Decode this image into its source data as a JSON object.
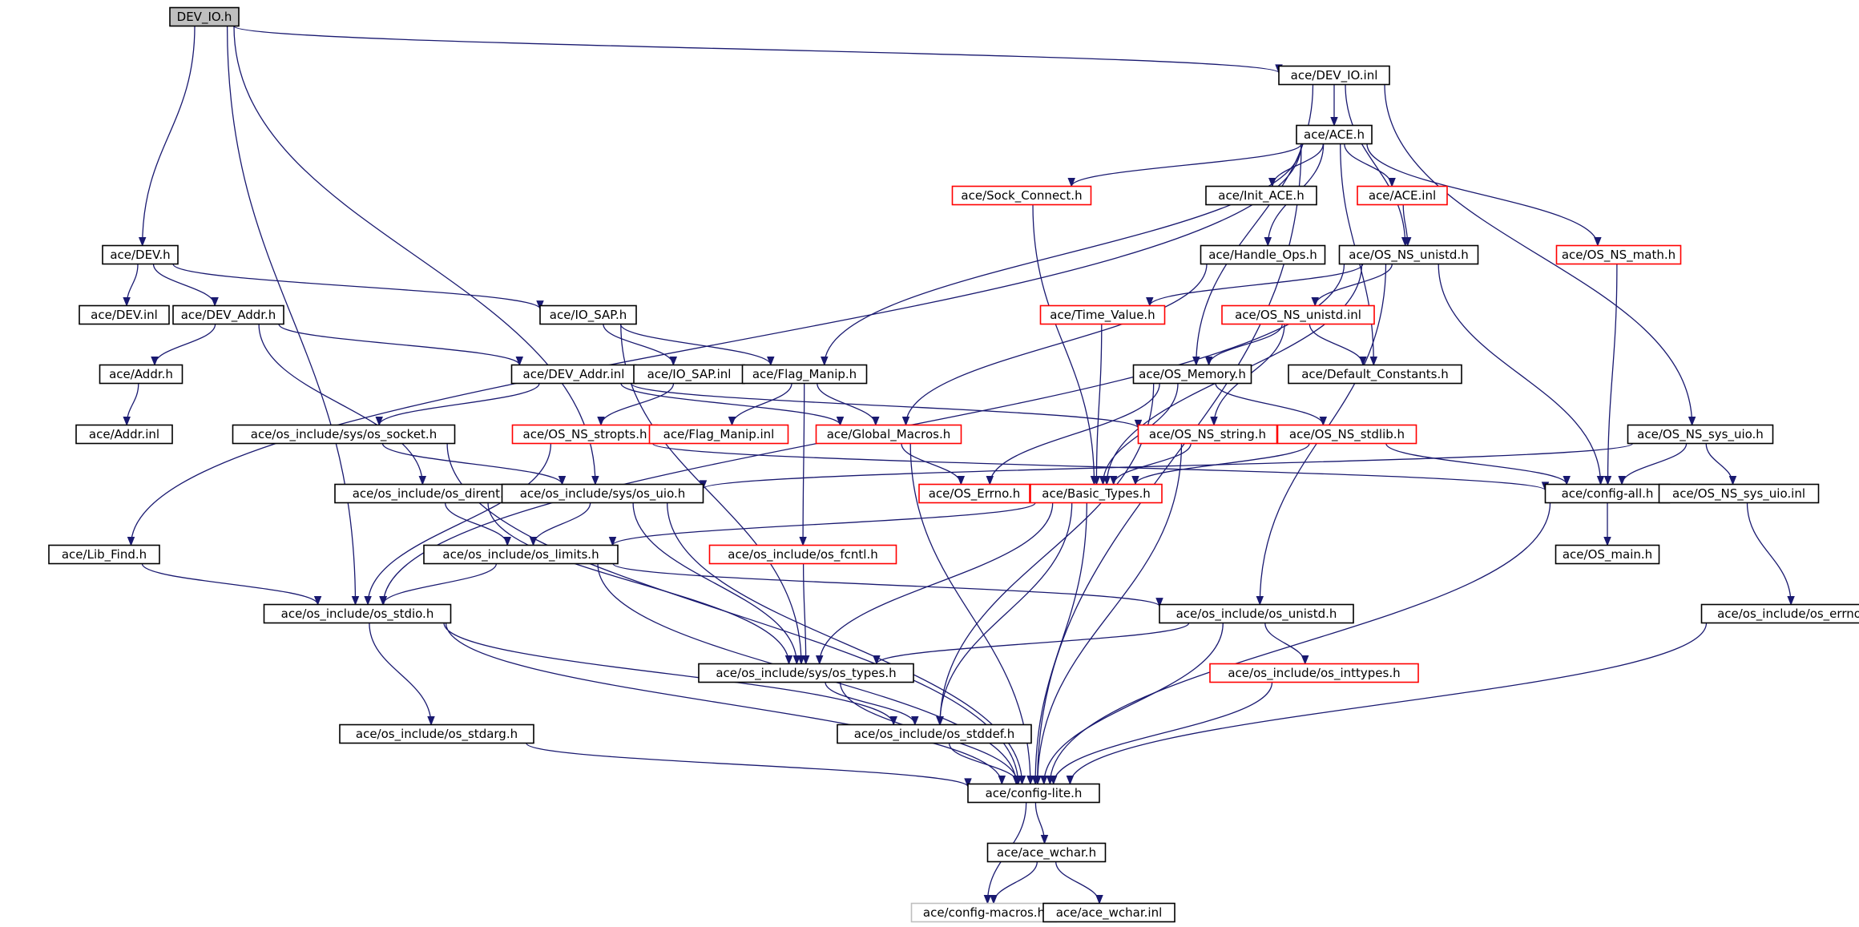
{
  "colors": {
    "edge": "#191970",
    "normal": "#000000",
    "incomplete": "#ff0000",
    "external": "#bfbfbf",
    "root_fill": "#bfbfbf"
  },
  "nodes": [
    {
      "id": "dev_io_h",
      "label": "DEV_IO.h",
      "kind": "root"
    },
    {
      "id": "dev_io_inl",
      "label": "ace/DEV_IO.inl",
      "kind": "normal"
    },
    {
      "id": "ace_h",
      "label": "ace/ACE.h",
      "kind": "normal"
    },
    {
      "id": "sock_connect",
      "label": "ace/Sock_Connect.h",
      "kind": "incomplete"
    },
    {
      "id": "init_ace",
      "label": "ace/Init_ACE.h",
      "kind": "normal"
    },
    {
      "id": "ace_inl",
      "label": "ace/ACE.inl",
      "kind": "incomplete"
    },
    {
      "id": "dev_h",
      "label": "ace/DEV.h",
      "kind": "normal"
    },
    {
      "id": "handle_ops",
      "label": "ace/Handle_Ops.h",
      "kind": "normal"
    },
    {
      "id": "os_ns_unistd_h",
      "label": "ace/OS_NS_unistd.h",
      "kind": "normal"
    },
    {
      "id": "os_ns_math",
      "label": "ace/OS_NS_math.h",
      "kind": "incomplete"
    },
    {
      "id": "dev_inl",
      "label": "ace/DEV.inl",
      "kind": "normal"
    },
    {
      "id": "dev_addr_h",
      "label": "ace/DEV_Addr.h",
      "kind": "normal"
    },
    {
      "id": "io_sap_h",
      "label": "ace/IO_SAP.h",
      "kind": "normal"
    },
    {
      "id": "time_value",
      "label": "ace/Time_Value.h",
      "kind": "incomplete"
    },
    {
      "id": "os_ns_unistd_inl",
      "label": "ace/OS_NS_unistd.inl",
      "kind": "incomplete"
    },
    {
      "id": "addr_h",
      "label": "ace/Addr.h",
      "kind": "normal"
    },
    {
      "id": "dev_addr_inl",
      "label": "ace/DEV_Addr.inl",
      "kind": "normal"
    },
    {
      "id": "io_sap_inl",
      "label": "ace/IO_SAP.inl",
      "kind": "normal"
    },
    {
      "id": "flag_manip_h",
      "label": "ace/Flag_Manip.h",
      "kind": "normal"
    },
    {
      "id": "os_memory",
      "label": "ace/OS_Memory.h",
      "kind": "normal"
    },
    {
      "id": "default_constants",
      "label": "ace/Default_Constants.h",
      "kind": "normal"
    },
    {
      "id": "addr_inl",
      "label": "ace/Addr.inl",
      "kind": "normal"
    },
    {
      "id": "os_socket",
      "label": "ace/os_include/sys/os_socket.h",
      "kind": "normal"
    },
    {
      "id": "os_ns_stropts",
      "label": "ace/OS_NS_stropts.h",
      "kind": "incomplete"
    },
    {
      "id": "flag_manip_inl",
      "label": "ace/Flag_Manip.inl",
      "kind": "incomplete"
    },
    {
      "id": "global_macros",
      "label": "ace/Global_Macros.h",
      "kind": "incomplete"
    },
    {
      "id": "os_ns_string",
      "label": "ace/OS_NS_string.h",
      "kind": "incomplete"
    },
    {
      "id": "os_ns_stdlib",
      "label": "ace/OS_NS_stdlib.h",
      "kind": "incomplete"
    },
    {
      "id": "os_ns_sys_uio_h",
      "label": "ace/OS_NS_sys_uio.h",
      "kind": "normal"
    },
    {
      "id": "os_dirent",
      "label": "ace/os_include/os_dirent.h",
      "kind": "normal"
    },
    {
      "id": "os_uio",
      "label": "ace/os_include/sys/os_uio.h",
      "kind": "normal"
    },
    {
      "id": "os_errno_ace",
      "label": "ace/OS_Errno.h",
      "kind": "incomplete"
    },
    {
      "id": "basic_types",
      "label": "ace/Basic_Types.h",
      "kind": "incomplete"
    },
    {
      "id": "config_all",
      "label": "ace/config-all.h",
      "kind": "normal"
    },
    {
      "id": "os_ns_sys_uio_inl",
      "label": "ace/OS_NS_sys_uio.inl",
      "kind": "normal"
    },
    {
      "id": "lib_find",
      "label": "ace/Lib_Find.h",
      "kind": "normal"
    },
    {
      "id": "os_limits",
      "label": "ace/os_include/os_limits.h",
      "kind": "normal"
    },
    {
      "id": "os_fcntl",
      "label": "ace/os_include/os_fcntl.h",
      "kind": "incomplete"
    },
    {
      "id": "os_main",
      "label": "ace/OS_main.h",
      "kind": "normal"
    },
    {
      "id": "os_stdio",
      "label": "ace/os_include/os_stdio.h",
      "kind": "normal"
    },
    {
      "id": "os_unistd",
      "label": "ace/os_include/os_unistd.h",
      "kind": "normal"
    },
    {
      "id": "os_errno",
      "label": "ace/os_include/os_errno.h",
      "kind": "normal"
    },
    {
      "id": "os_inttypes",
      "label": "ace/os_include/os_inttypes.h",
      "kind": "incomplete"
    },
    {
      "id": "os_types",
      "label": "ace/os_include/sys/os_types.h",
      "kind": "normal"
    },
    {
      "id": "os_stdarg",
      "label": "ace/os_include/os_stdarg.h",
      "kind": "normal"
    },
    {
      "id": "os_stddef",
      "label": "ace/os_include/os_stddef.h",
      "kind": "normal"
    },
    {
      "id": "config_lite",
      "label": "ace/config-lite.h",
      "kind": "normal"
    },
    {
      "id": "ace_wchar_h",
      "label": "ace/ace_wchar.h",
      "kind": "normal"
    },
    {
      "id": "config_macros",
      "label": "ace/config-macros.h",
      "kind": "external"
    },
    {
      "id": "ace_wchar_inl",
      "label": "ace/ace_wchar.inl",
      "kind": "normal"
    }
  ],
  "edges": [
    [
      "dev_io_h",
      "dev_io_inl"
    ],
    [
      "dev_io_h",
      "dev_h"
    ],
    [
      "dev_io_h",
      "os_uio"
    ],
    [
      "dev_io_h",
      "os_stdio"
    ],
    [
      "dev_io_inl",
      "ace_h"
    ],
    [
      "dev_io_inl",
      "os_ns_unistd_h"
    ],
    [
      "dev_io_inl",
      "os_memory"
    ],
    [
      "dev_io_inl",
      "os_ns_sys_uio_h"
    ],
    [
      "ace_h",
      "sock_connect"
    ],
    [
      "ace_h",
      "init_ace"
    ],
    [
      "ace_h",
      "ace_inl"
    ],
    [
      "ace_h",
      "handle_ops"
    ],
    [
      "ace_h",
      "os_ns_math"
    ],
    [
      "ace_h",
      "lib_find"
    ],
    [
      "ace_h",
      "flag_manip_h"
    ],
    [
      "ace_h",
      "default_constants"
    ],
    [
      "ace_h",
      "config_lite"
    ],
    [
      "ace_inl",
      "os_ns_unistd_h"
    ],
    [
      "sock_connect",
      "basic_types"
    ],
    [
      "handle_ops",
      "global_macros"
    ],
    [
      "os_ns_unistd_h",
      "time_value"
    ],
    [
      "os_ns_unistd_h",
      "os_ns_unistd_inl"
    ],
    [
      "os_ns_unistd_h",
      "config_all"
    ],
    [
      "os_ns_unistd_h",
      "os_unistd"
    ],
    [
      "os_ns_unistd_h",
      "basic_types"
    ],
    [
      "os_ns_unistd_h",
      "os_stdio"
    ],
    [
      "os_ns_math",
      "config_all"
    ],
    [
      "dev_h",
      "dev_inl"
    ],
    [
      "dev_h",
      "dev_addr_h"
    ],
    [
      "dev_h",
      "io_sap_h"
    ],
    [
      "dev_addr_h",
      "addr_h"
    ],
    [
      "dev_addr_h",
      "dev_addr_inl"
    ],
    [
      "dev_addr_h",
      "os_dirent"
    ],
    [
      "addr_h",
      "addr_inl"
    ],
    [
      "io_sap_h",
      "io_sap_inl"
    ],
    [
      "io_sap_h",
      "flag_manip_h"
    ],
    [
      "io_sap_h",
      "os_types"
    ],
    [
      "io_sap_inl",
      "os_ns_stropts"
    ],
    [
      "flag_manip_h",
      "flag_manip_inl"
    ],
    [
      "flag_manip_h",
      "global_macros"
    ],
    [
      "flag_manip_h",
      "os_fcntl"
    ],
    [
      "dev_addr_inl",
      "os_socket"
    ],
    [
      "dev_addr_inl",
      "global_macros"
    ],
    [
      "dev_addr_inl",
      "os_ns_string"
    ],
    [
      "time_value",
      "basic_types"
    ],
    [
      "os_ns_unistd_inl",
      "os_memory"
    ],
    [
      "os_ns_unistd_inl",
      "default_constants"
    ],
    [
      "os_ns_unistd_inl",
      "os_ns_string"
    ],
    [
      "os_memory",
      "os_ns_stdlib"
    ],
    [
      "os_memory",
      "os_errno_ace"
    ],
    [
      "os_memory",
      "basic_types"
    ],
    [
      "os_memory",
      "os_stddef"
    ],
    [
      "os_socket",
      "os_uio"
    ],
    [
      "os_socket",
      "config_lite"
    ],
    [
      "os_ns_stropts",
      "os_stdio"
    ],
    [
      "os_ns_stropts",
      "config_all"
    ],
    [
      "global_macros",
      "os_errno_ace"
    ],
    [
      "global_macros",
      "config_lite"
    ],
    [
      "os_ns_string",
      "basic_types"
    ],
    [
      "os_ns_string",
      "config_lite"
    ],
    [
      "os_ns_stdlib",
      "basic_types"
    ],
    [
      "os_ns_stdlib",
      "config_all"
    ],
    [
      "os_ns_sys_uio_h",
      "os_uio"
    ],
    [
      "os_ns_sys_uio_h",
      "config_all"
    ],
    [
      "os_ns_sys_uio_h",
      "os_ns_sys_uio_inl"
    ],
    [
      "os_ns_sys_uio_inl",
      "os_errno"
    ],
    [
      "os_dirent",
      "os_limits"
    ],
    [
      "os_dirent",
      "os_types"
    ],
    [
      "os_uio",
      "os_limits"
    ],
    [
      "os_uio",
      "os_types"
    ],
    [
      "os_uio",
      "config_lite"
    ],
    [
      "basic_types",
      "os_limits"
    ],
    [
      "basic_types",
      "os_types"
    ],
    [
      "basic_types",
      "os_stddef"
    ],
    [
      "basic_types",
      "config_lite"
    ],
    [
      "config_all",
      "os_main"
    ],
    [
      "config_all",
      "config_lite"
    ],
    [
      "lib_find",
      "os_stdio"
    ],
    [
      "os_limits",
      "os_stdio"
    ],
    [
      "os_limits",
      "os_unistd"
    ],
    [
      "os_limits",
      "config_lite"
    ],
    [
      "os_fcntl",
      "os_types"
    ],
    [
      "os_stdio",
      "os_stdarg"
    ],
    [
      "os_stdio",
      "os_stddef"
    ],
    [
      "os_stdio",
      "config_lite"
    ],
    [
      "os_unistd",
      "os_inttypes"
    ],
    [
      "os_unistd",
      "os_types"
    ],
    [
      "os_unistd",
      "config_lite"
    ],
    [
      "os_errno",
      "config_lite"
    ],
    [
      "os_inttypes",
      "config_lite"
    ],
    [
      "os_types",
      "os_stddef"
    ],
    [
      "os_types",
      "config_lite"
    ],
    [
      "os_stdarg",
      "config_lite"
    ],
    [
      "os_stddef",
      "config_lite"
    ],
    [
      "config_lite",
      "ace_wchar_h"
    ],
    [
      "config_lite",
      "config_macros"
    ],
    [
      "ace_wchar_h",
      "config_macros"
    ],
    [
      "ace_wchar_h",
      "ace_wchar_inl"
    ]
  ]
}
